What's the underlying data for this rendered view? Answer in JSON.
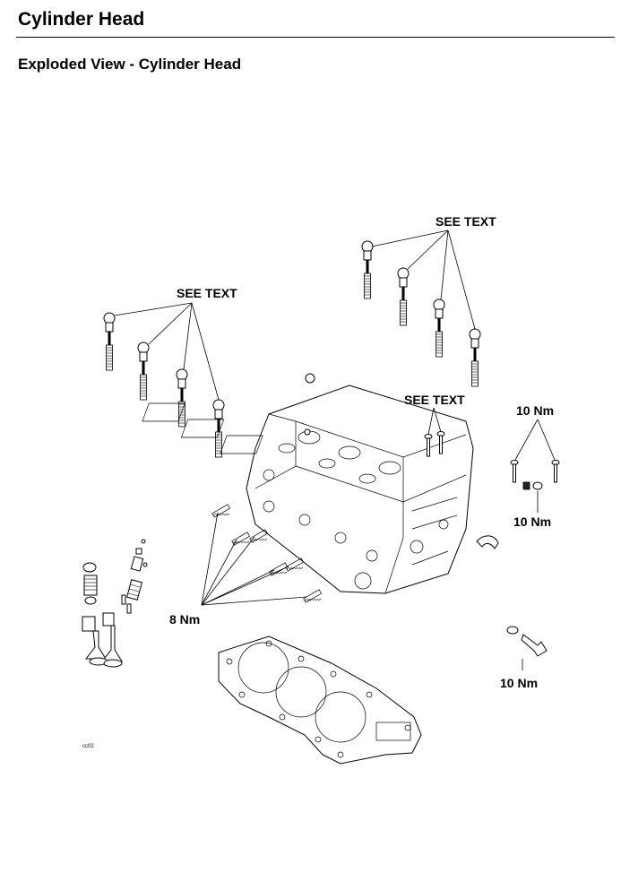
{
  "header": {
    "title": "Cylinder Head"
  },
  "section": {
    "title": "Exploded View - Cylinder Head"
  },
  "callouts": {
    "see_text_left": "SEE TEXT",
    "see_text_right": "SEE TEXT",
    "see_text_middle": "SEE TEXT",
    "torque_10nm_top": "10 Nm",
    "torque_10nm_mid": "10 Nm",
    "torque_8nm": "8 Nm",
    "torque_10nm_bottom": "10 Nm"
  },
  "figure_code": "cc02"
}
